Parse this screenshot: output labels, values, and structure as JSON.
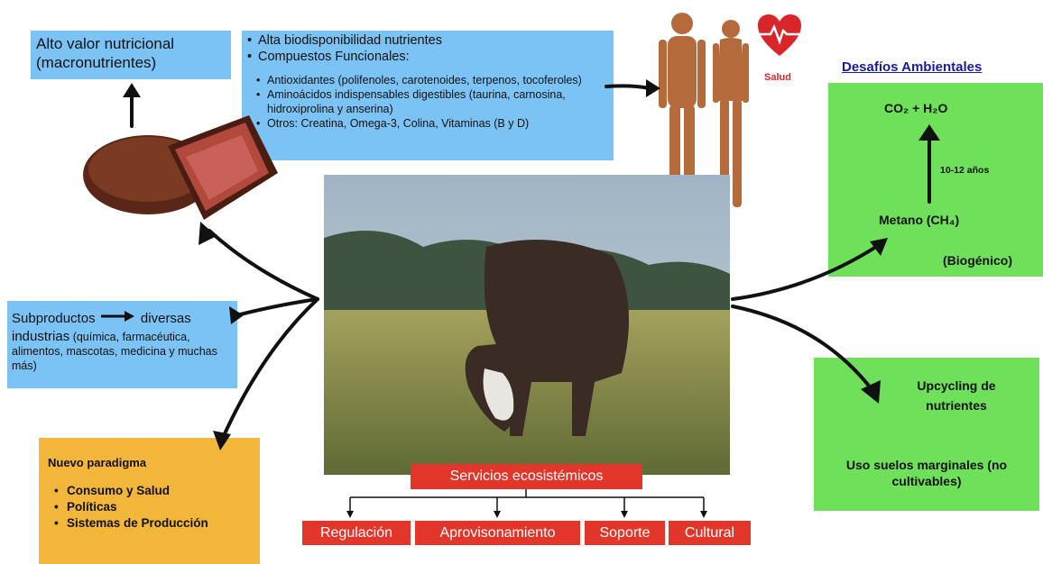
{
  "nutrition": {
    "title": "Alto valor nutricional (macronutrientes)"
  },
  "benefits": {
    "items": [
      "Alta biodisponibilidad nutrientes",
      "Compuestos Funcionales:"
    ],
    "sub_items": [
      "Antioxidantes (polifenoles, carotenoides, terpenos, tocoferoles)",
      "Aminoácidos indispensables digestibles (taurina, carnosina, hidroxiprolina y anserina)",
      "Otros: Creatina, Omega-3, Colina, Vitaminas (B y D)"
    ]
  },
  "health": {
    "label": "Salud"
  },
  "environment": {
    "title": "Desafíos Ambientales",
    "co2": "CO₂ +  H₂O",
    "years": "10-12 años",
    "methane": "Metano (CH₄)",
    "biogenic": "(Biogénico)"
  },
  "upcycling": {
    "label": "Upcycling de nutrientes",
    "marginal": "Uso suelos marginales (no cultivables)"
  },
  "byproducts": {
    "lead": "Subproductos",
    "target": "diversas",
    "detail_head": "industrias",
    "detail": "(química, farmacéutica, alimentos, mascotas, medicina y muchas más)"
  },
  "paradigm": {
    "title": "Nuevo paradigma",
    "items": [
      "Consumo y Salud",
      "Políticas",
      "Sistemas de Producción"
    ]
  },
  "ecosystem": {
    "title": "Servicios ecosistémicos",
    "services": [
      "Regulación",
      "Aprovisonamiento",
      "Soporte",
      "Cultural"
    ]
  },
  "colors": {
    "blue_box": "#7cc3f5",
    "green_box": "#6ee05a",
    "yellow_box": "#f2b73a",
    "red_box": "#e2362a",
    "env_title": "#1a1a9c"
  }
}
